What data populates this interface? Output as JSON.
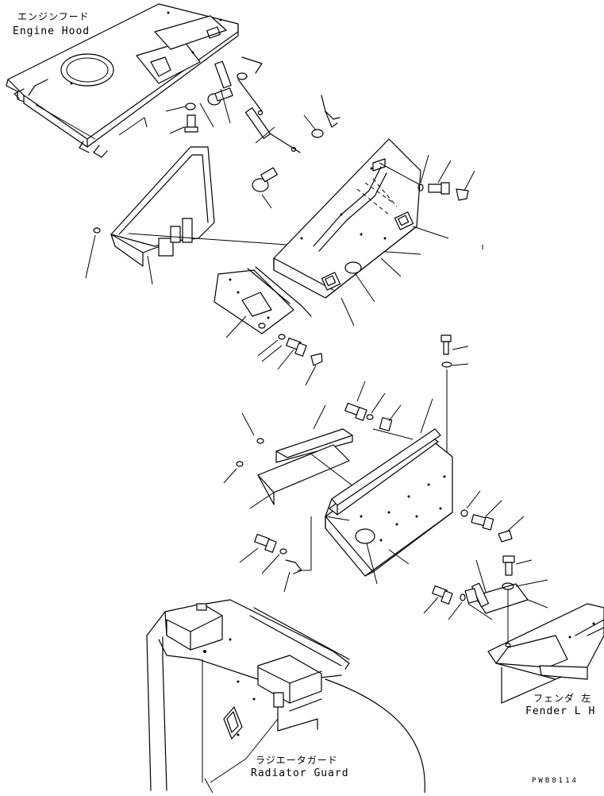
{
  "labels": {
    "engine_hood_jp": "エンジンフード",
    "engine_hood_en": "Engine Hood",
    "fender_jp": "フェンダ 左",
    "fender_en": "Fender L H",
    "radiator_jp": "ラジエータガード",
    "radiator_en": "Radiator Guard"
  },
  "drawing_code": "PWB8114"
}
